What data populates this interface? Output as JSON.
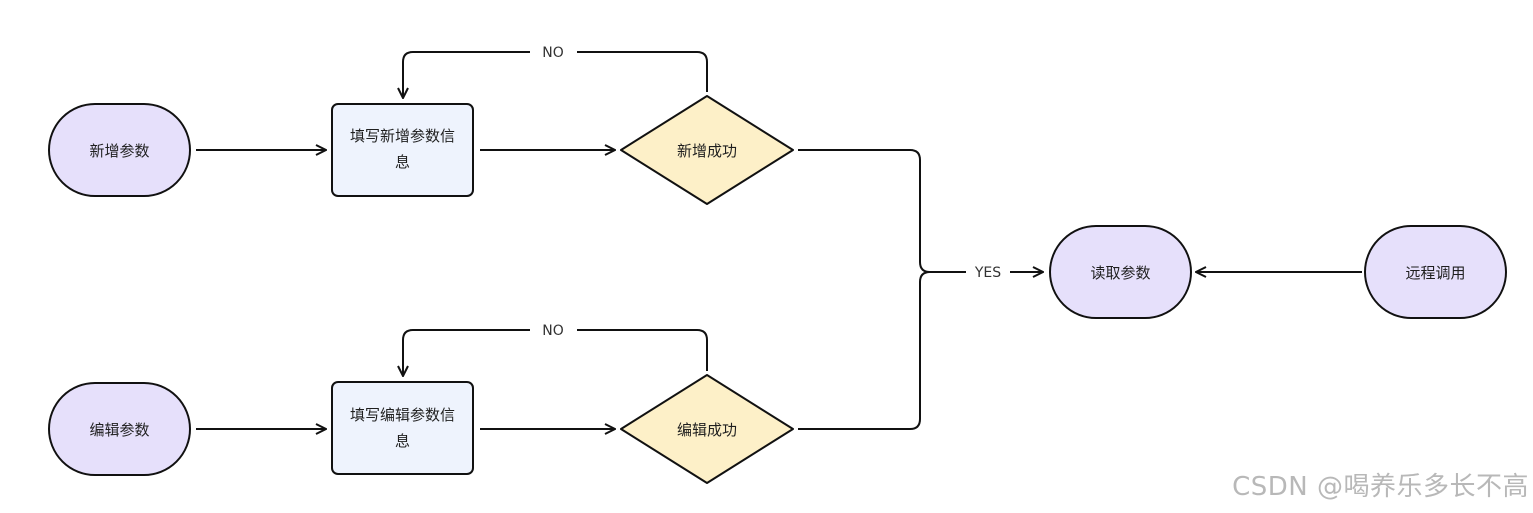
{
  "colors": {
    "terminal_fill": "#e6e0fb",
    "process_fill": "#eef3fd",
    "decision_fill": "#fdf0c8",
    "stroke": "#111111",
    "watermark": "#b8b8b8"
  },
  "nodes": {
    "add_params": "新增参数",
    "fill_add_info_line1": "填写新增参数信",
    "fill_add_info_line2": "息",
    "add_success": "新增成功",
    "edit_params": "编辑参数",
    "fill_edit_info_line1": "填写编辑参数信",
    "fill_edit_info_line2": "息",
    "edit_success": "编辑成功",
    "read_params": "读取参数",
    "remote_call": "远程调用"
  },
  "edge_labels": {
    "add_no": "NO",
    "edit_no": "NO",
    "yes": "YES"
  },
  "watermark": "CSDN @喝养乐多长不高"
}
